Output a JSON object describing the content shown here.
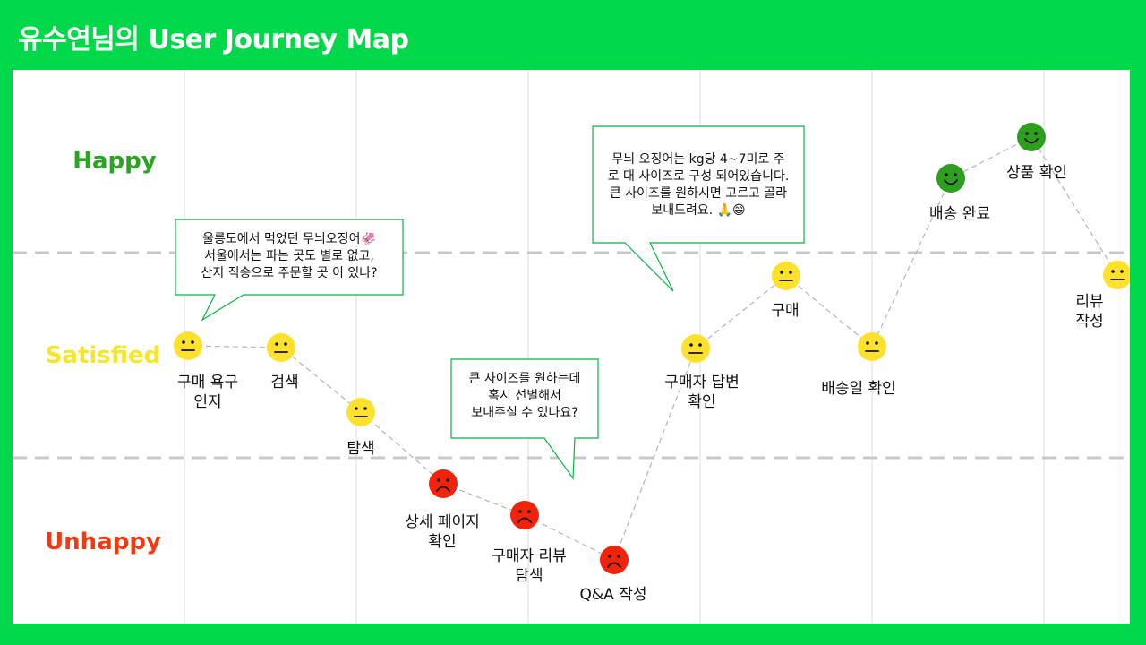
{
  "title": "유수연님의 User Journey Map",
  "zones": {
    "happy": "Happy",
    "satisfied": "Satisfied",
    "unhappy": "Unhappy"
  },
  "colors": {
    "background": "#00d84a",
    "happy_face": "#2e9e1f",
    "neutral_face": "#fde12c",
    "sad_face": "#f0230c",
    "bubble_border": "#00b840"
  },
  "steps": [
    {
      "label": "구매 욕구\n인지",
      "mood": "satisfied",
      "icon": "neutral-face-icon"
    },
    {
      "label": "검색",
      "mood": "satisfied",
      "icon": "neutral-face-icon"
    },
    {
      "label": "탐색",
      "mood": "satisfied",
      "icon": "neutral-face-icon"
    },
    {
      "label": "상세 페이지\n확인",
      "mood": "unhappy",
      "icon": "sad-face-icon"
    },
    {
      "label": "구매자 리뷰\n탐색",
      "mood": "unhappy",
      "icon": "sad-face-icon"
    },
    {
      "label": "Q&A 작성",
      "mood": "unhappy",
      "icon": "sad-face-icon"
    },
    {
      "label": "구매자 답변\n확인",
      "mood": "satisfied",
      "icon": "neutral-face-icon"
    },
    {
      "label": "구매",
      "mood": "satisfied",
      "icon": "neutral-face-icon"
    },
    {
      "label": "배송일 확인",
      "mood": "satisfied",
      "icon": "neutral-face-icon"
    },
    {
      "label": "배송 완료",
      "mood": "happy",
      "icon": "happy-face-icon"
    },
    {
      "label": "상품 확인",
      "mood": "happy",
      "icon": "happy-face-icon"
    },
    {
      "label": "리뷰 작성",
      "mood": "satisfied",
      "icon": "neutral-face-icon"
    }
  ],
  "bubbles": [
    {
      "text": "울릉도에서 먹었던 무늬오징어🦑\n서울에서는 파는 곳도 별로 없고,\n산지 직송으로 주문할 곳 이 있나?"
    },
    {
      "text": "큰 사이즈를 원하는데\n혹시 선별해서\n보내주실 수 있나요?"
    },
    {
      "text": "무늬 오징어는 kg당 4~7미로 주\n로 대 사이즈로 구성 되어있습니다.\n큰 사이즈를 원하시면 고르고 골라\n보내드려요. 🙏😄"
    }
  ]
}
